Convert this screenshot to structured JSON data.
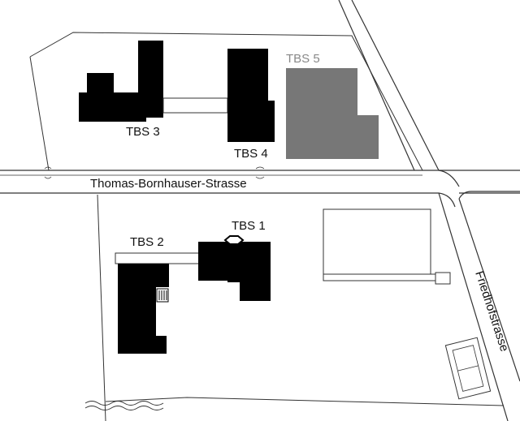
{
  "buildings": [
    {
      "id": "tbs3",
      "label": "TBS 3",
      "state": "existing"
    },
    {
      "id": "tbs4",
      "label": "TBS 4",
      "state": "existing"
    },
    {
      "id": "tbs5",
      "label": "TBS 5",
      "state": "planned"
    },
    {
      "id": "tbs1",
      "label": "TBS 1",
      "state": "existing"
    },
    {
      "id": "tbs2",
      "label": "TBS 2",
      "state": "existing"
    }
  ],
  "streets": {
    "main": "Thomas-Bornhauser-Strasse",
    "side": "Friedhofstrasse"
  },
  "colors": {
    "existing": "#000000",
    "planned": "#777777",
    "line": "#333333",
    "background": "#ffffff"
  }
}
